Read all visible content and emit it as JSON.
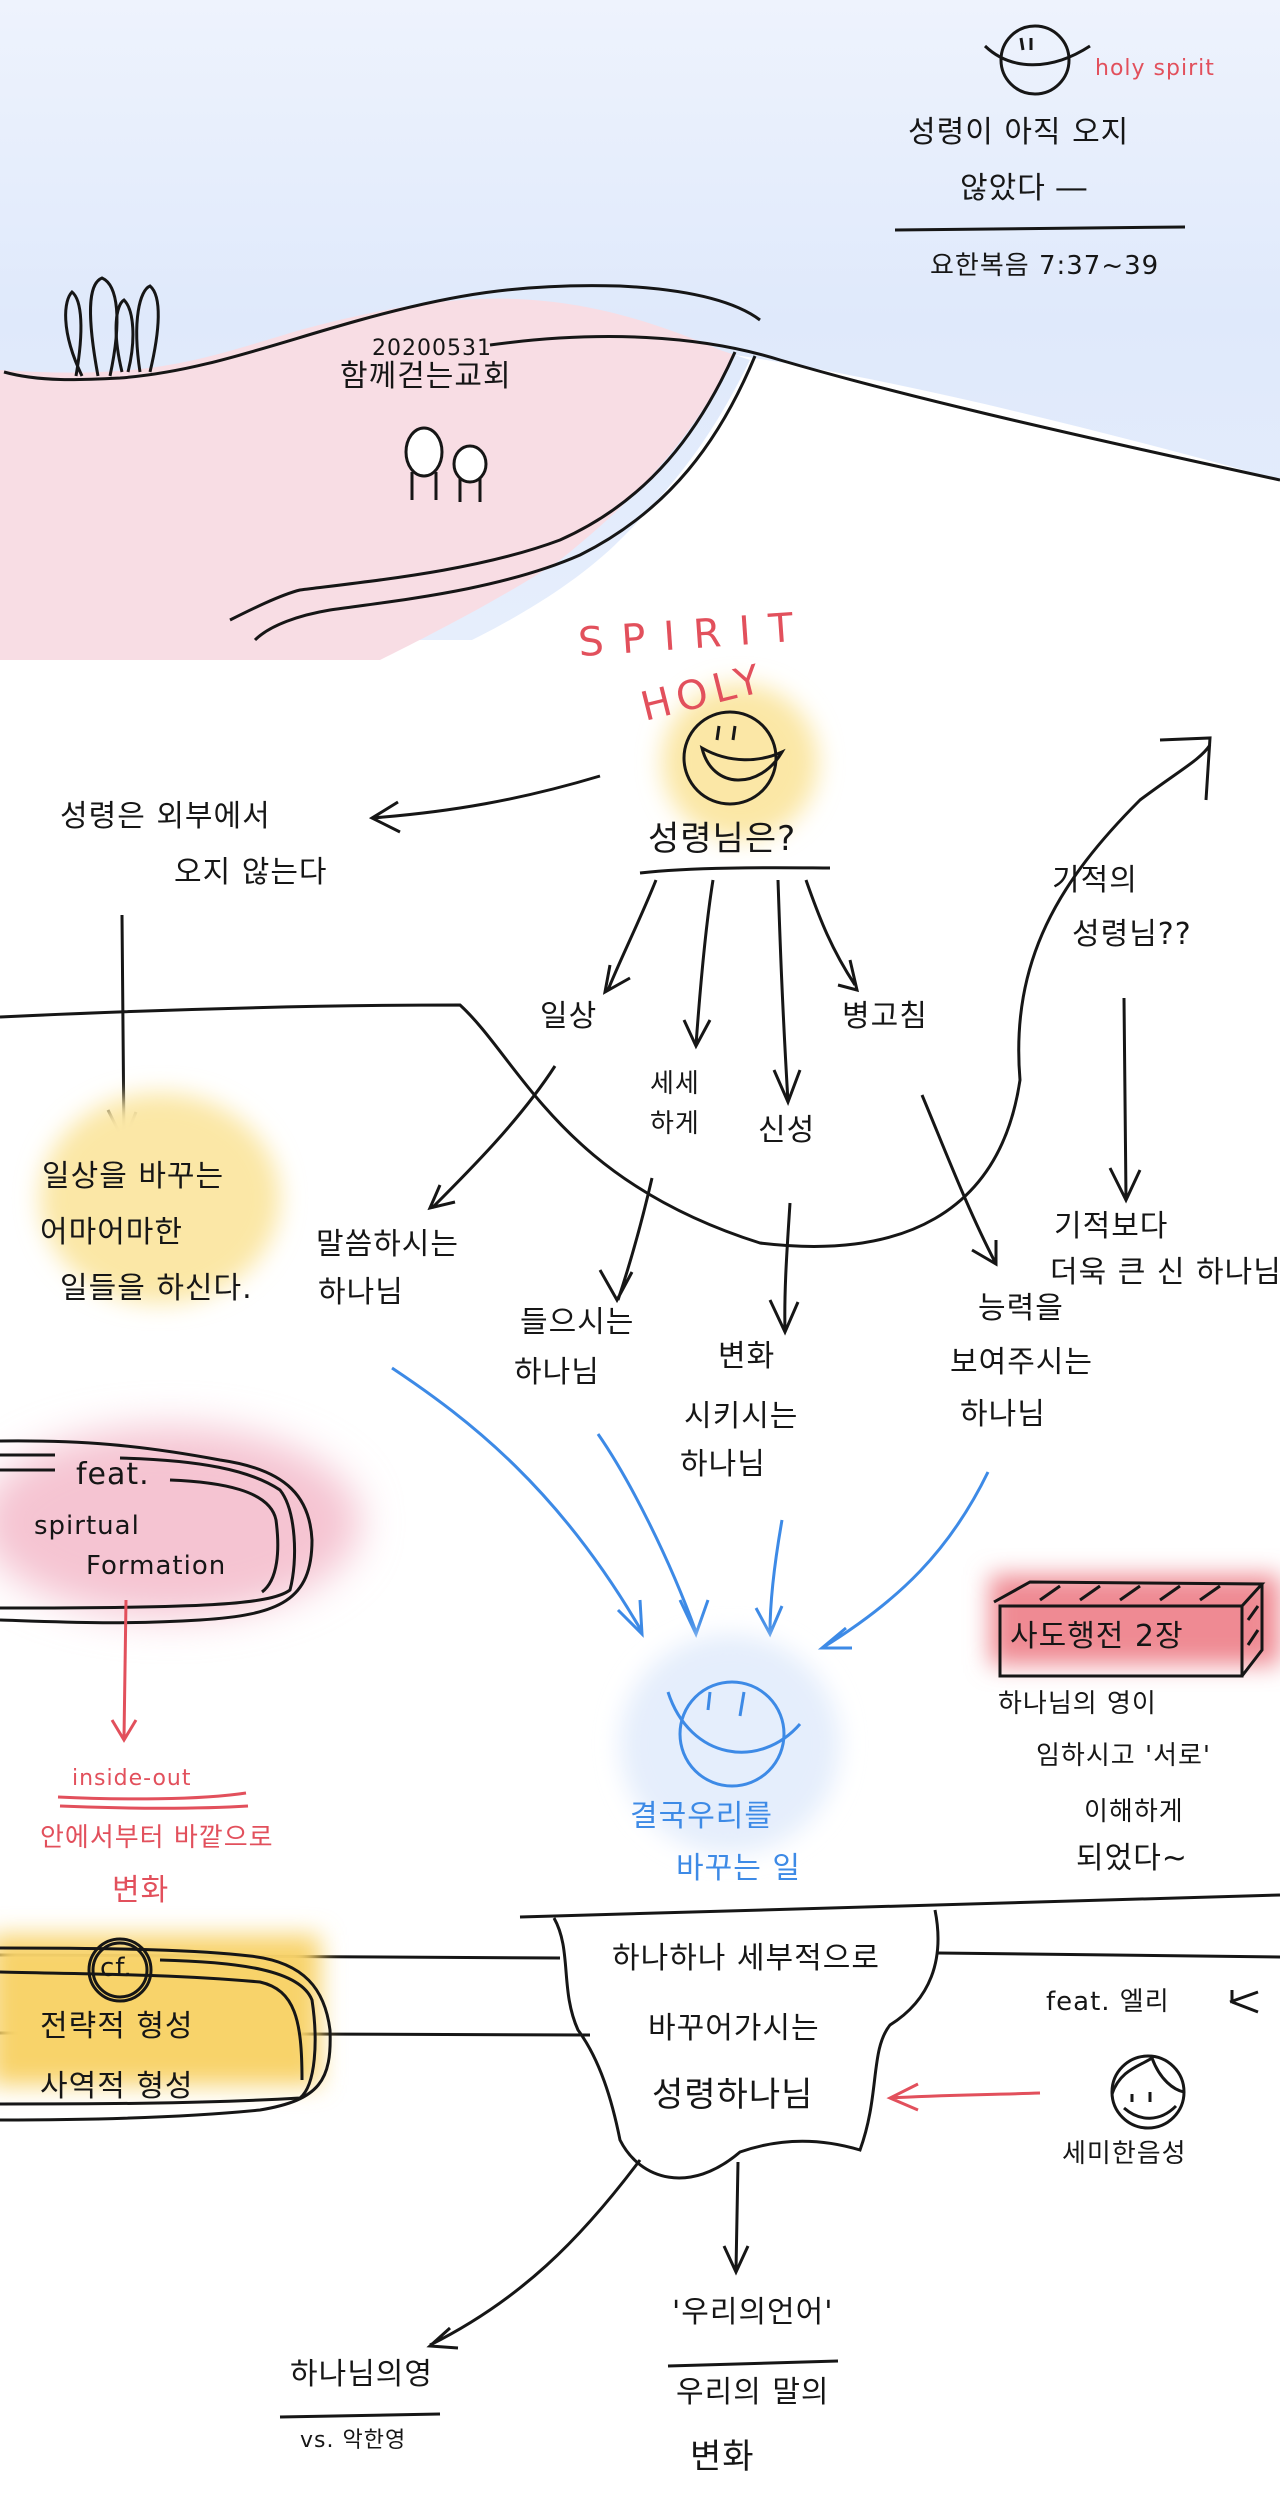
{
  "header": {
    "holy_spirit_label": "holy spirit",
    "title_line1": "성령이 아직 오지",
    "title_line2": "않았다 ―",
    "reference": "요한복음 7:37~39"
  },
  "hill": {
    "date": "20200531",
    "church": "함께걷는교회"
  },
  "center": {
    "spirit_word": "SPIRIT",
    "holy_word": "HOLY",
    "question": "성령님은?"
  },
  "left_note": {
    "line1": "성령은 외부에서",
    "line2": "오지 않는다"
  },
  "miracle_note": {
    "line1": "기적의",
    "line2": "성령님??"
  },
  "branches": [
    {
      "label": "일상",
      "result": [
        "말씀하시는",
        "하나님"
      ]
    },
    {
      "label_lines": [
        "세세",
        "하게"
      ],
      "result": [
        "들으시는",
        "하나님"
      ]
    },
    {
      "label": "신성",
      "result": [
        "변화",
        "시키시는",
        "하나님"
      ]
    },
    {
      "label": "병고침",
      "result": [
        "능력을",
        "보여주시는",
        "하나님"
      ]
    }
  ],
  "daily_bubble": [
    "일상을 바꾸는",
    "어마어마한",
    "일들을 하신다."
  ],
  "miracle_result": [
    "기적보다",
    "더욱 큰 신 하나님"
  ],
  "formation_box": {
    "feat": "feat.",
    "line1": "spirtual",
    "line2": "Formation"
  },
  "inside_out": {
    "title": "inside-out",
    "line1": "안에서부터 바깥으로",
    "line2": "변화"
  },
  "acts_box": {
    "label": "사도행전 2장",
    "lines": [
      "하나님의 영이",
      "임하시고 '서로'",
      "이해하게",
      "되었다~"
    ]
  },
  "blue_center": {
    "line1": "결국우리를",
    "line2": "바꾸는 일"
  },
  "cf_box": {
    "cf": "cf.",
    "line1": "전략적 형성",
    "line2": "사역적 형성"
  },
  "cup": {
    "line1": "하나하나 세부적으로",
    "line2": "바꾸어가시는",
    "line3": "성령하나님"
  },
  "ellie_note": {
    "feat": "feat. 엘리",
    "caption": "세미한음성"
  },
  "bottom_left": {
    "top": "하나님의영",
    "bottom": "vs. 악한영"
  },
  "bottom_right": {
    "top": "'우리의언어'",
    "bottom_line1": "우리의 말의",
    "bottom_line2": "변화"
  },
  "colors": {
    "ink": "#161616",
    "accent_red": "#e2505c",
    "accent_blue": "#3d8ae6",
    "sky": "#e3ecfb",
    "hill_pink": "#f8dde4",
    "sun_yellow": "#fbe7a6",
    "acts_red": "#ef7f88",
    "cf_yellow": "#f8d36a"
  }
}
